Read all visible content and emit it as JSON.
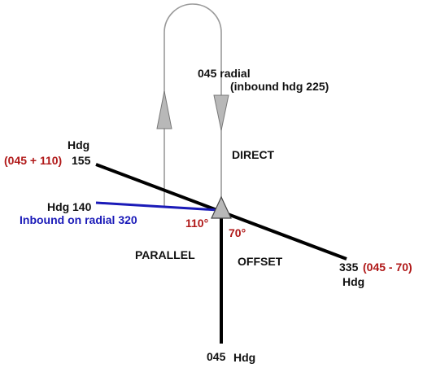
{
  "colors": {
    "outline": "#9a9a9a",
    "arrow_fill": "#b8b8b8",
    "line": "#000000",
    "inbound_line": "#1a1ab8",
    "red_text": "#b01818",
    "blue_text": "#1a1ab8"
  },
  "labels": {
    "radial_045": "045 radial",
    "inbound_hdg": "(inbound hdg 225)",
    "direct": "DIRECT",
    "hdg_155_word": "Hdg",
    "hdg_155_calc": "(045 + 110)",
    "hdg_155_value": "155",
    "hdg_140_word": "Hdg",
    "hdg_140_value": "140",
    "inbound_radial_320": "Inbound on radial 320",
    "angle_110": "110°",
    "angle_70": "70°",
    "parallel": "PARALLEL",
    "offset": "OFFSET",
    "hdg_335_value": "335",
    "hdg_335_calc": "(045 - 70)",
    "hdg_335_word": "Hdg",
    "hdg_045_value": "045",
    "hdg_045_word": "Hdg"
  }
}
